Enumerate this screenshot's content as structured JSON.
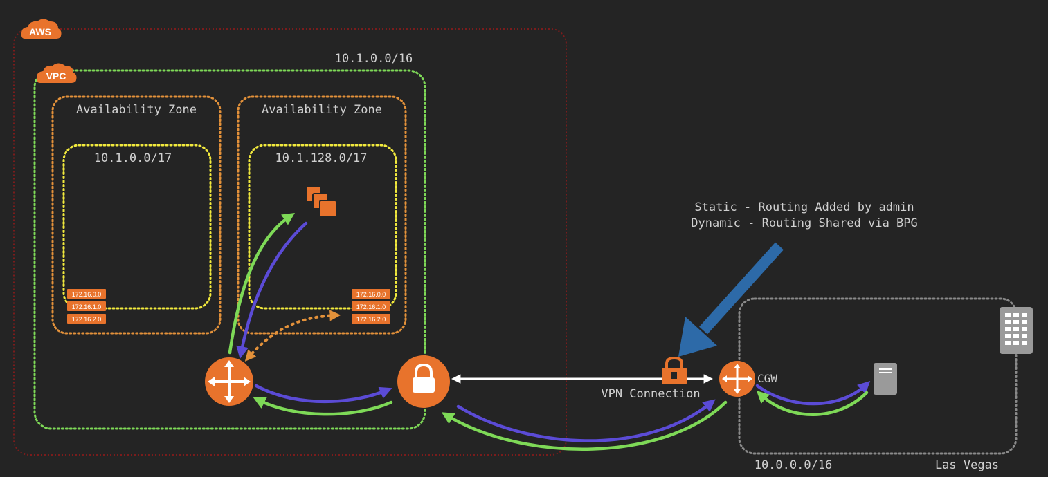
{
  "labels": {
    "aws_badge": "AWS",
    "vpc_badge": "VPC",
    "vpc_cidr": "10.1.0.0/16",
    "az_left": "Availability Zone",
    "az_right": "Availability Zone",
    "subnet_left_cidr": "10.1.0.0/17",
    "subnet_right_cidr": "10.1.128.0/17",
    "route_table_left": [
      "172.16.0.0",
      "172.16.1.0",
      "172.16.2.0"
    ],
    "route_table_right": [
      "172.16.0.0",
      "172.16.1.0",
      "172.16.2.0"
    ],
    "note_line1": "Static - Routing Added by admin",
    "note_line2": "Dynamic - Routing Shared via BPG",
    "vpn_label": "VPN Connection",
    "cgw_label": "CGW",
    "onprem_cidr": "10.0.0.0/16",
    "onprem_location": "Las Vegas"
  },
  "colors": {
    "background": "#242424",
    "aws_border": "#7a1c1c",
    "vpc_border": "#7ed957",
    "az_border": "#e3913a",
    "subnet_border": "#f2ea3d",
    "onprem_border": "#8a8a8a",
    "aws_orange": "#e8732c",
    "arrow_green": "#7ed957",
    "arrow_purple": "#5b4bd6",
    "callout_blue": "#2d6aa8",
    "label_text": "#d0d0d0"
  },
  "icons": {
    "router": "router-icon",
    "vpn_gateway": "vpn-gateway-lock-icon",
    "vpn_tunnel": "vpn-tunnel-lock-icon",
    "customer_gateway": "customer-gateway-icon",
    "instances": "ec2-instances-icon",
    "server": "server-icon",
    "datacenter": "datacenter-rack-icon"
  }
}
